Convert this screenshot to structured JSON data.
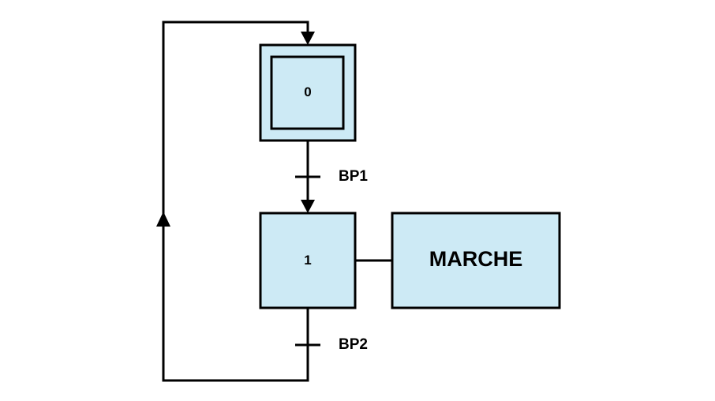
{
  "colors": {
    "box_fill": "#cdeaf5",
    "stroke": "#000000",
    "background": "#ffffff"
  },
  "steps": [
    {
      "label": "0",
      "initial": true
    },
    {
      "label": "1",
      "initial": false
    }
  ],
  "transitions": [
    {
      "label": "BP1"
    },
    {
      "label": "BP2"
    }
  ],
  "actions": [
    {
      "label": "MARCHE"
    }
  ]
}
